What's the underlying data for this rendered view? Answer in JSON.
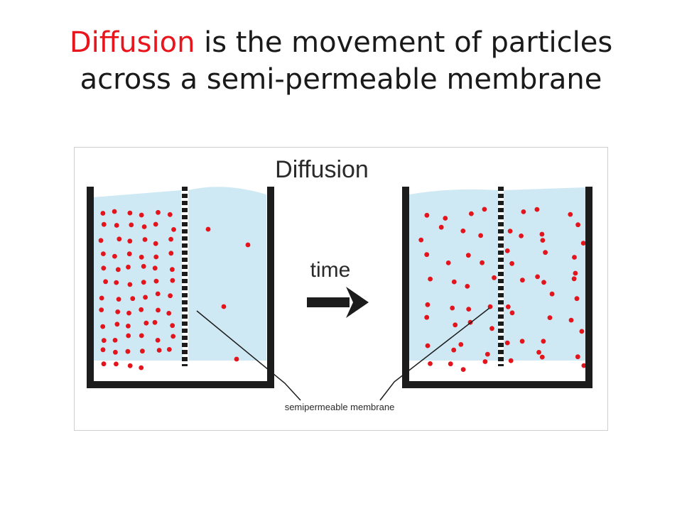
{
  "slide": {
    "title_highlight": "Diffusion",
    "title_rest": " is the movement of particles",
    "title_line2": "across a semi-permeable membrane"
  },
  "figure": {
    "heading": "Diffusion",
    "arrow_label": "time",
    "membrane_label": "semipermeable membrane"
  },
  "colors": {
    "title_highlight": "#e8161c",
    "text": "#1a1a1a",
    "water": "#cfe9f4",
    "particle": "#e3141c",
    "container": "#1c1c1c"
  },
  "diagram": {
    "before": {
      "left_particles": 70,
      "right_particles": 4
    },
    "after": {
      "left_particles": 32,
      "right_particles": 33
    }
  }
}
